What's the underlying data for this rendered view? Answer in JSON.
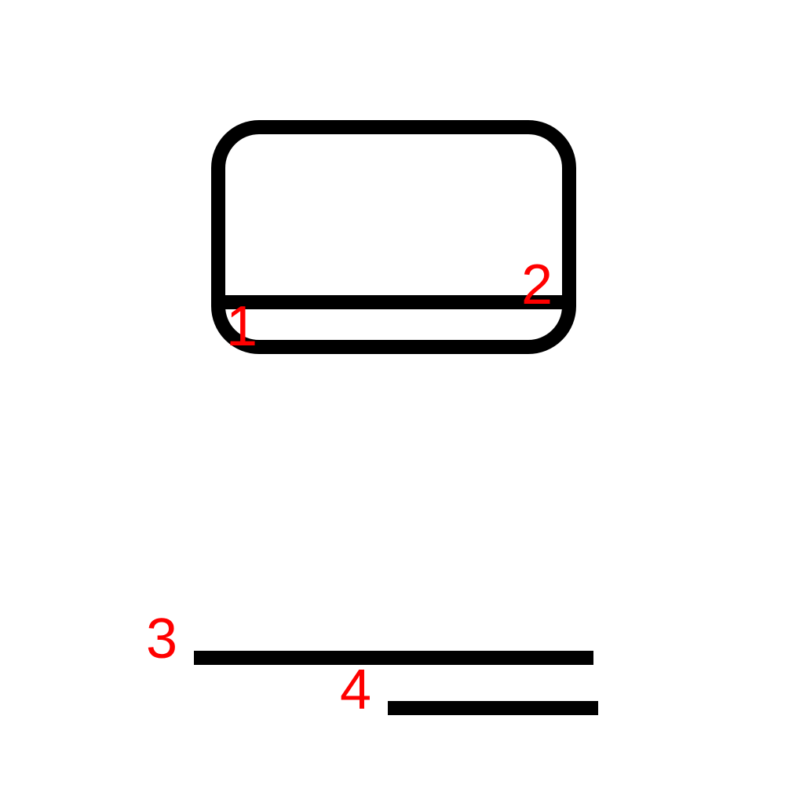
{
  "colors": {
    "stroke": "#000000",
    "label": "#ff0000",
    "background": "#ffffff"
  },
  "labels": {
    "point_1": "1",
    "point_2": "2",
    "point_3": "3",
    "point_4": "4"
  }
}
